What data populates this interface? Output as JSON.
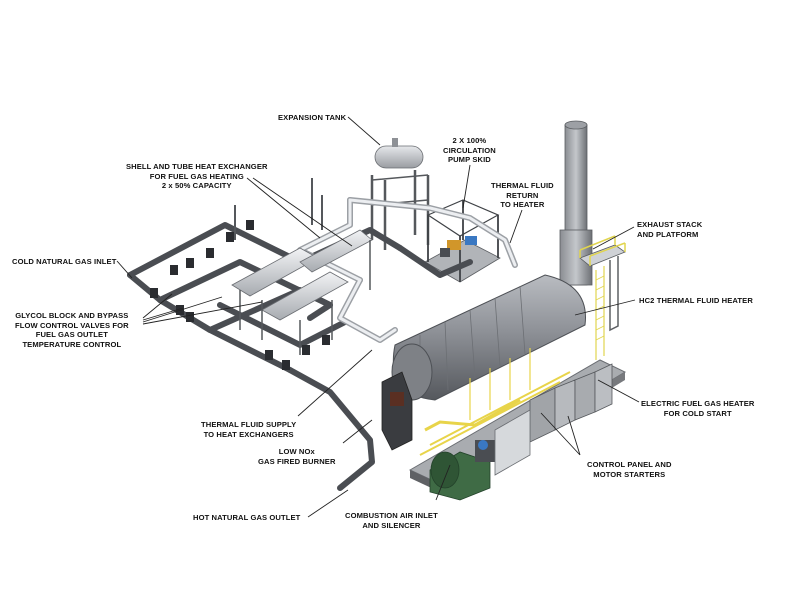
{
  "labels": {
    "expansion_tank": "EXPANSION TANK",
    "pump_skid": "2 X 100%\nCIRCULATION\nPUMP SKID",
    "heat_exchanger": "SHELL AND TUBE HEAT EXCHANGER\nFOR FUEL GAS HEATING\n2 x 50% CAPACITY",
    "thermal_return": "THERMAL FLUID\nRETURN\nTO HEATER",
    "exhaust_stack": "EXHAUST STACK\nAND PLATFORM",
    "cold_gas_inlet": "COLD NATURAL GAS INLET",
    "hc2_heater": "HC2 THERMAL FLUID HEATER",
    "glycol_valves": "GLYCOL BLOCK AND BYPASS\nFLOW CONTROL VALVES FOR\nFUEL GAS OUTLET\nTEMPERATURE CONTROL",
    "electric_heater": "ELECTRIC FUEL GAS HEATER\nFOR COLD START",
    "thermal_supply": "THERMAL FLUID SUPPLY\nTO HEAT EXCHANGERS",
    "low_nox": "LOW NOx\nGAS FIRED BURNER",
    "control_panel": "CONTROL PANEL AND\nMOTOR STARTERS",
    "hot_gas_outlet": "HOT NATURAL GAS OUTLET",
    "combustion_air": "COMBUSTION AIR INLET\nAND SILENCER"
  },
  "colors": {
    "pipe_dark": "#4a4d52",
    "pipe_light": "#d9dde3",
    "vessel": "#8d9096",
    "steel": "#6f7378",
    "yellow": "#e8d44a",
    "green": "#3f6b45",
    "blue": "#3a78c2",
    "leader": "#222222"
  }
}
